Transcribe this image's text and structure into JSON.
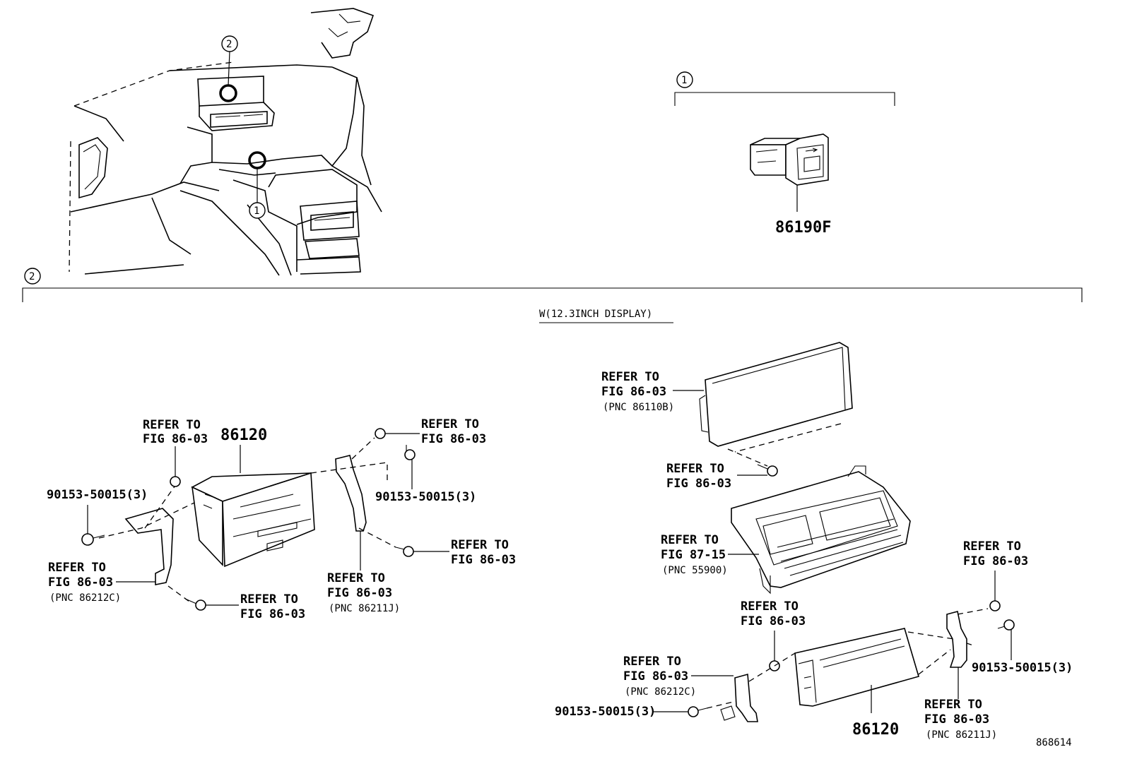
{
  "callouts": {
    "one": "1",
    "two": "2"
  },
  "section1": {
    "part_number": "86190F"
  },
  "section2": {
    "variant_label": "W(12.3INCH DISPLAY)"
  },
  "left_group": {
    "main_unit": "86120",
    "refer_top_1": "REFER TO",
    "refer_top_2": "FIG 86-03",
    "bolt_left": "90153-50015(3)",
    "bracket_left_1": "REFER TO",
    "bracket_left_2": "FIG 86-03",
    "bracket_left_pnc": "(PNC 86212C)",
    "screw_bottom_1": "REFER TO",
    "screw_bottom_2": "FIG 86-03",
    "refer_topright_1": "REFER TO",
    "refer_topright_2": "FIG 86-03",
    "bolt_right": "90153-50015(3)",
    "screw_right_1": "REFER TO",
    "screw_right_2": "FIG 86-03",
    "bracket_right_1": "REFER TO",
    "bracket_right_2": "FIG 86-03",
    "bracket_right_pnc": "(PNC 86211J)"
  },
  "right_group": {
    "display_1": "REFER TO",
    "display_2": "FIG 86-03",
    "display_pnc": "(PNC 86110B)",
    "screw_1": "REFER TO",
    "screw_2": "FIG 86-03",
    "panel_1": "REFER TO",
    "panel_2": "FIG 87-15",
    "panel_pnc": "(PNC 55900)",
    "clip_center_1": "REFER TO",
    "clip_center_2": "FIG 86-03",
    "clip_right_1": "REFER TO",
    "clip_right_2": "FIG 86-03",
    "bracket_left_1": "REFER TO",
    "bracket_left_2": "FIG 86-03",
    "bracket_left_pnc": "(PNC 86212C)",
    "bolt_left": "90153-50015(3)",
    "bolt_right": "90153-50015(3)",
    "bracket_right_1": "REFER TO",
    "bracket_right_2": "FIG 86-03",
    "bracket_right_pnc": "(PNC 86211J)",
    "main_unit": "86120"
  },
  "figure_id": "868614"
}
